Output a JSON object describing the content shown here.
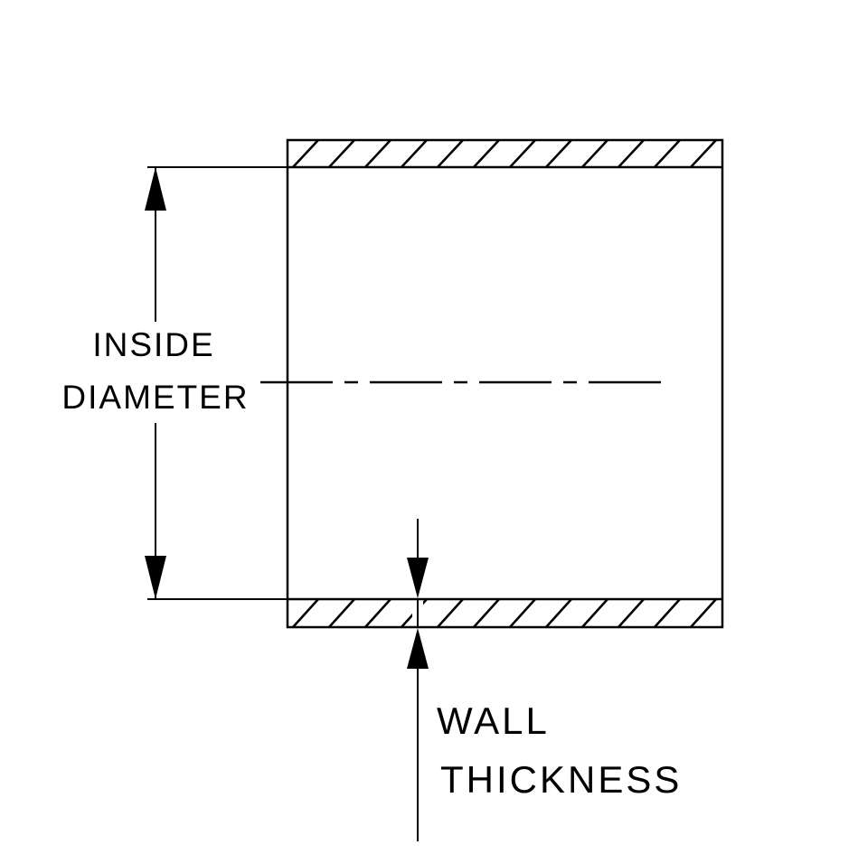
{
  "colors": {
    "ink": "#000000",
    "background": "#ffffff"
  },
  "labels": {
    "inside_diameter_line1": "INSIDE",
    "inside_diameter_line2": "DIAMETER",
    "wall_thickness_line1": "WALL",
    "wall_thickness_line2": "THICKNESS"
  }
}
